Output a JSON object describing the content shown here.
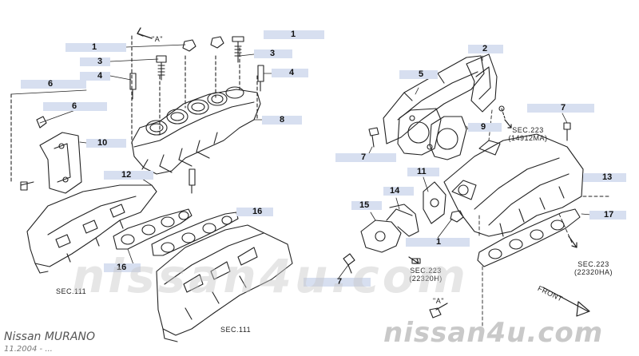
{
  "diagram": {
    "callouts": [
      {
        "id": "c1a",
        "label": "1"
      },
      {
        "id": "c3a",
        "label": "3"
      },
      {
        "id": "c4a",
        "label": "4"
      },
      {
        "id": "c6a",
        "label": "6"
      },
      {
        "id": "c6b",
        "label": "6"
      },
      {
        "id": "c10",
        "label": "10"
      },
      {
        "id": "c12",
        "label": "12"
      },
      {
        "id": "c16a",
        "label": "16"
      },
      {
        "id": "c16b",
        "label": "16"
      },
      {
        "id": "c1b",
        "label": "1"
      },
      {
        "id": "c3b",
        "label": "3"
      },
      {
        "id": "c4b",
        "label": "4"
      },
      {
        "id": "c8",
        "label": "8"
      },
      {
        "id": "c2",
        "label": "2"
      },
      {
        "id": "c5",
        "label": "5"
      },
      {
        "id": "c9",
        "label": "9"
      },
      {
        "id": "c7a",
        "label": "7"
      },
      {
        "id": "c7b",
        "label": "7"
      },
      {
        "id": "c7c",
        "label": "7"
      },
      {
        "id": "c11",
        "label": "11"
      },
      {
        "id": "c13",
        "label": "13"
      },
      {
        "id": "c14",
        "label": "14"
      },
      {
        "id": "c15",
        "label": "15"
      },
      {
        "id": "c17",
        "label": "17"
      },
      {
        "id": "c1c",
        "label": "1"
      }
    ],
    "refs": {
      "sec223_a": {
        "line1": "SEC.223",
        "line2": "(14912MA)"
      },
      "sec223_b": {
        "line1": "SEC.223",
        "line2": "(22320H)"
      },
      "sec223_c": {
        "line1": "SEC.223",
        "line2": "(22320HA)"
      },
      "sec111_a": "SEC.111",
      "sec111_b": "SEC.111",
      "view_a_top": "\"A\"",
      "view_a_bottom": "\"A\"",
      "front": "FRONT"
    },
    "watermark": "nissan4u.com",
    "watermark_faint": "nissan4u.com",
    "model": "Nissan MURANO",
    "date_range": "11.2004 - ..."
  }
}
